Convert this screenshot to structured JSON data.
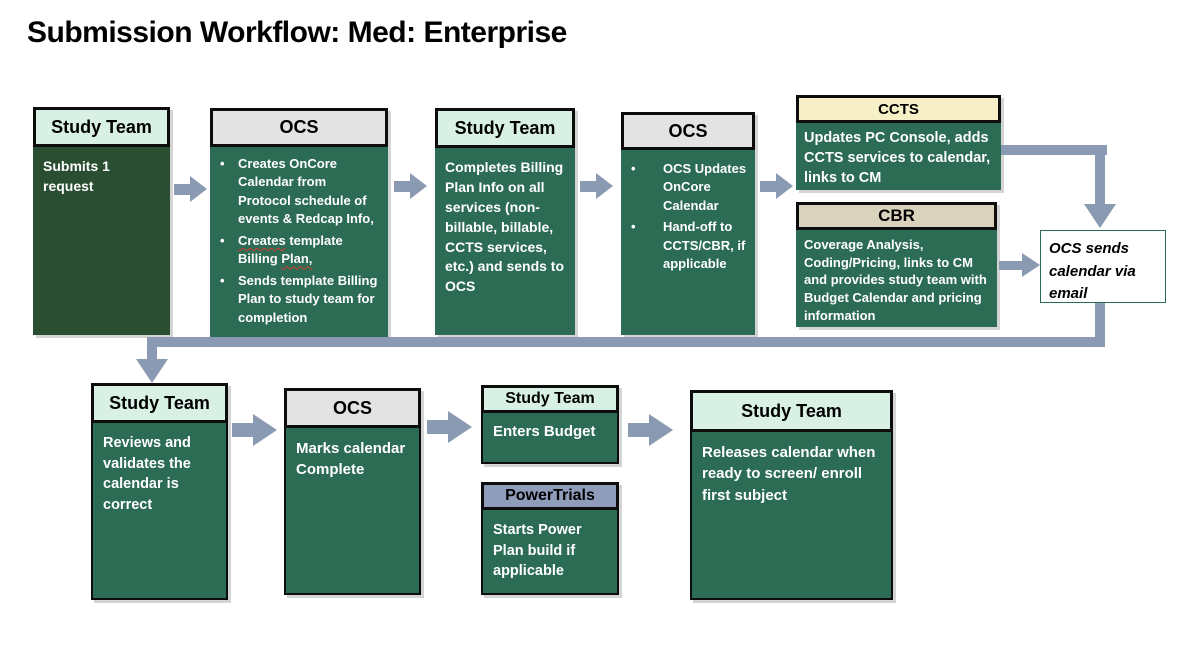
{
  "title": "Submission Workflow: Med: Enterprise",
  "row1": {
    "study_team_1": {
      "header": "Study Team",
      "body": "Submits 1 request"
    },
    "ocs_1": {
      "header": "OCS",
      "bullets": [
        "Creates OnCore Calendar from Protocol schedule of events & Redcap Info,",
        {
          "a": "Creates",
          "b": " template Billing ",
          "c": "Plan,"
        },
        "Sends template Billing Plan to study team for completion"
      ]
    },
    "study_team_2": {
      "header": "Study Team",
      "body": "Completes Billing Plan Info on all services (non-billable, billable, CCTS services, etc.) and sends to OCS"
    },
    "ocs_2": {
      "header": "OCS",
      "bullets": [
        "OCS Updates OnCore Calendar",
        "Hand-off to CCTS/CBR, if applicable"
      ]
    },
    "ccts": {
      "header": "CCTS",
      "body": "Updates PC Console, adds CCTS services to calendar, links to CM"
    },
    "cbr": {
      "header": "CBR",
      "body": "Coverage Analysis, Coding/Pricing, links to CM and provides study team with Budget Calendar and pricing information"
    },
    "email_note": {
      "text": "OCS sends calendar via email"
    }
  },
  "row2": {
    "study_team_3": {
      "header": "Study Team",
      "body": "Reviews and validates the calendar is correct"
    },
    "ocs_3": {
      "header": "OCS",
      "body": "Marks calendar Complete"
    },
    "study_team_4": {
      "header": "Study Team",
      "body": "Enters Budget"
    },
    "powertrials": {
      "header": "PowerTrials",
      "body": "Starts Power Plan build if applicable"
    },
    "study_team_5": {
      "header": "Study Team",
      "body": "Releases calendar when ready to screen/ enroll first subject"
    }
  },
  "colors": {
    "green_body": "#2c6b54",
    "dark_green_body": "#2a4e31",
    "mint_header": "#d9f1e4",
    "gray_header": "#e3e3e3",
    "yellow_header": "#f7efc5",
    "tan_header": "#d9d2bd",
    "bluegray_header": "#8f9cba",
    "arrow": "#8a9ab2",
    "email_note_border": "#2a6b5a"
  }
}
